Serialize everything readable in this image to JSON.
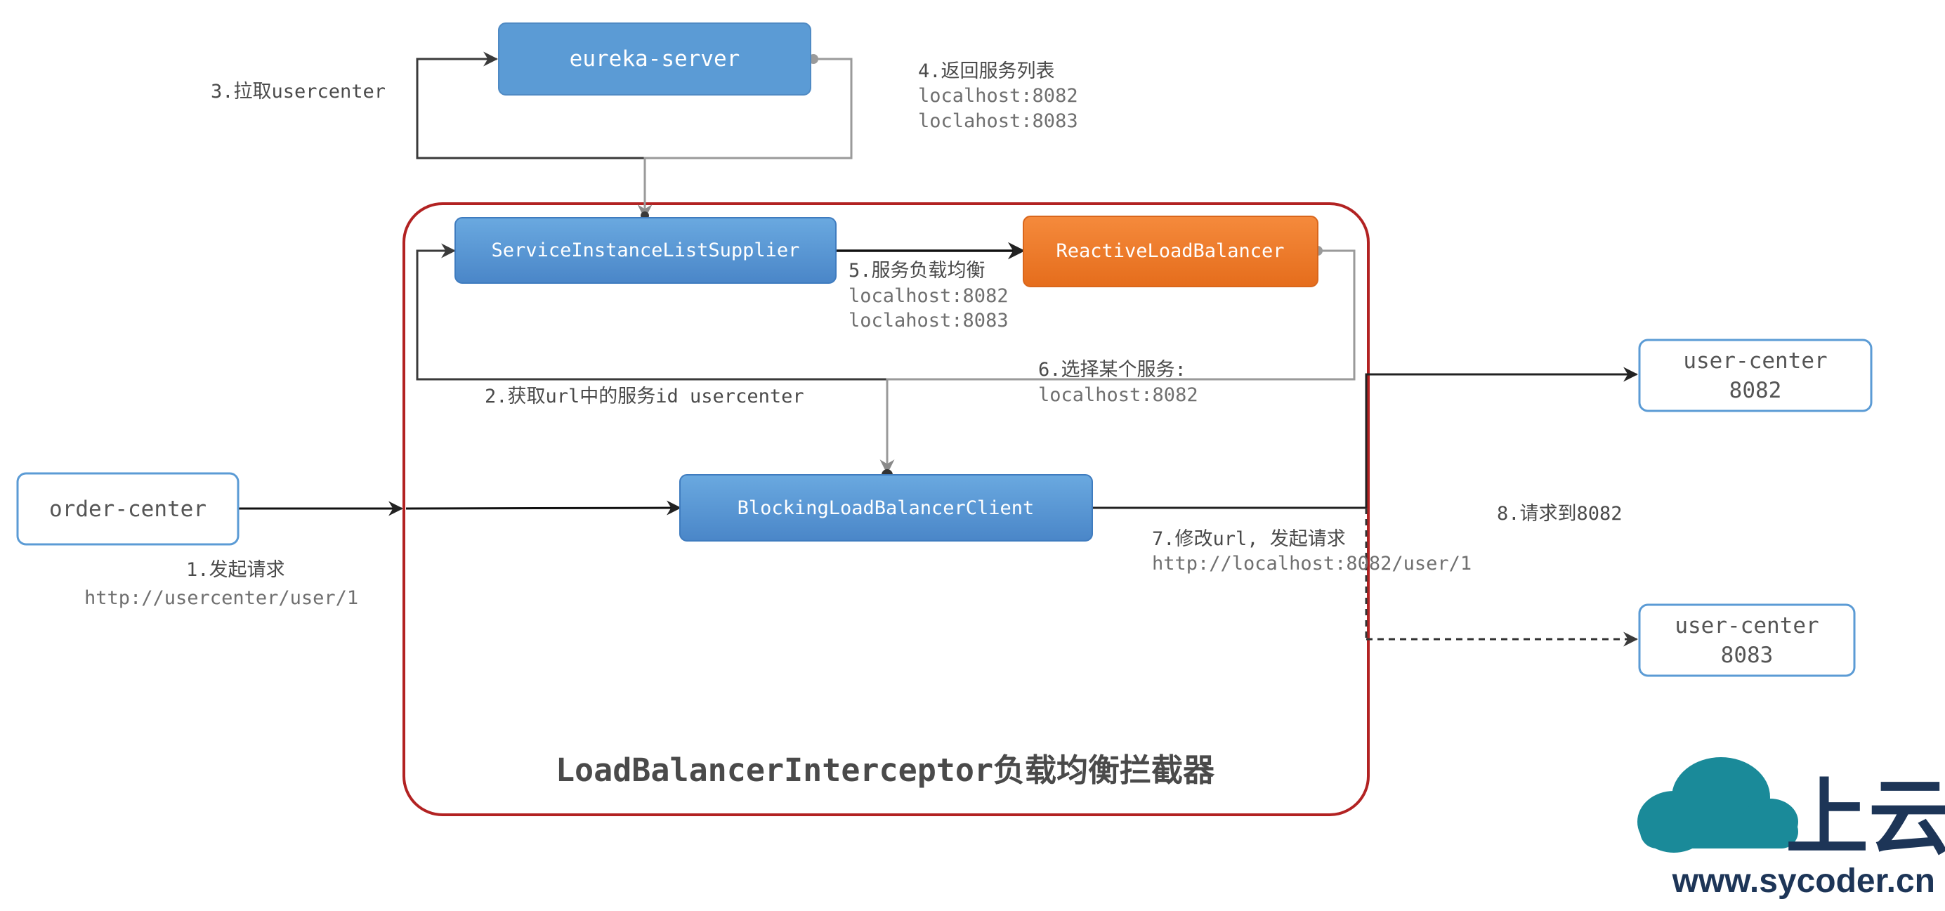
{
  "nodes": {
    "eureka_server": "eureka-server",
    "service_instance_list_supplier": "ServiceInstanceListSupplier",
    "reactive_load_balancer": "ReactiveLoadBalancer",
    "blocking_load_balancer_client": "BlockingLoadBalancerClient",
    "order_center": "order-center",
    "user_center_8082_name": "user-center",
    "user_center_8082_port": "8082",
    "user_center_8083_name": "user-center",
    "user_center_8083_port": "8083"
  },
  "interceptor_title": "LoadBalancerInterceptor负载均衡拦截器",
  "steps": {
    "step1_title": "1.发起请求",
    "step1_url": "http://usercenter/user/1",
    "step2": "2.获取url中的服务id usercenter",
    "step3": "3.拉取usercenter",
    "step4_title": "4.返回服务列表",
    "step4_line1": "localhost:8082",
    "step4_line2": "loclahost:8083",
    "step5_title": "5.服务负载均衡",
    "step5_line1": "localhost:8082",
    "step5_line2": "loclahost:8083",
    "step6_title": "6.选择某个服务:",
    "step6_line1": "localhost:8082",
    "step7_title": "7.修改url, 发起请求",
    "step7_url": "http://localhost:8082/user/1",
    "step8": "8.请求到8082"
  },
  "logo": {
    "text": "上云",
    "url": "www.sycoder.cn"
  },
  "colors": {
    "blue_node": "#5b9bd5",
    "orange_node": "#ed7d31",
    "interceptor_border": "#b22222",
    "outline_blue": "#5b9bd5",
    "logo_teal": "#1a8a99",
    "logo_navy": "#1d3557"
  }
}
